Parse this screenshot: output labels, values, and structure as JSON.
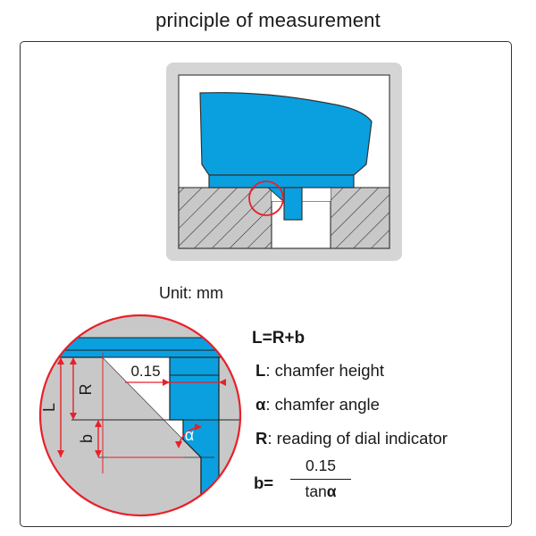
{
  "title": "principle of measurement",
  "unit_label": "Unit: mm",
  "formula": "L=R+b",
  "legend": [
    {
      "symbol": "L",
      "text": ": chamfer height"
    },
    {
      "symbol": "α",
      "text": ": chamfer angle"
    },
    {
      "symbol": "R",
      "text": ": reading of dial indicator"
    }
  ],
  "b_formula": {
    "lhs": "b=",
    "numerator": "0.15",
    "denominator_prefix": "tan",
    "denominator_symbol": "α"
  },
  "detail_labels": {
    "offset": "0.15",
    "L": "L",
    "R": "R",
    "b": "b",
    "alpha": "α"
  },
  "colors": {
    "blue": "#0aa0e0",
    "red": "#e8202a",
    "grey_fill": "#c8c8c8",
    "frame_grey": "#d5d5d5"
  }
}
